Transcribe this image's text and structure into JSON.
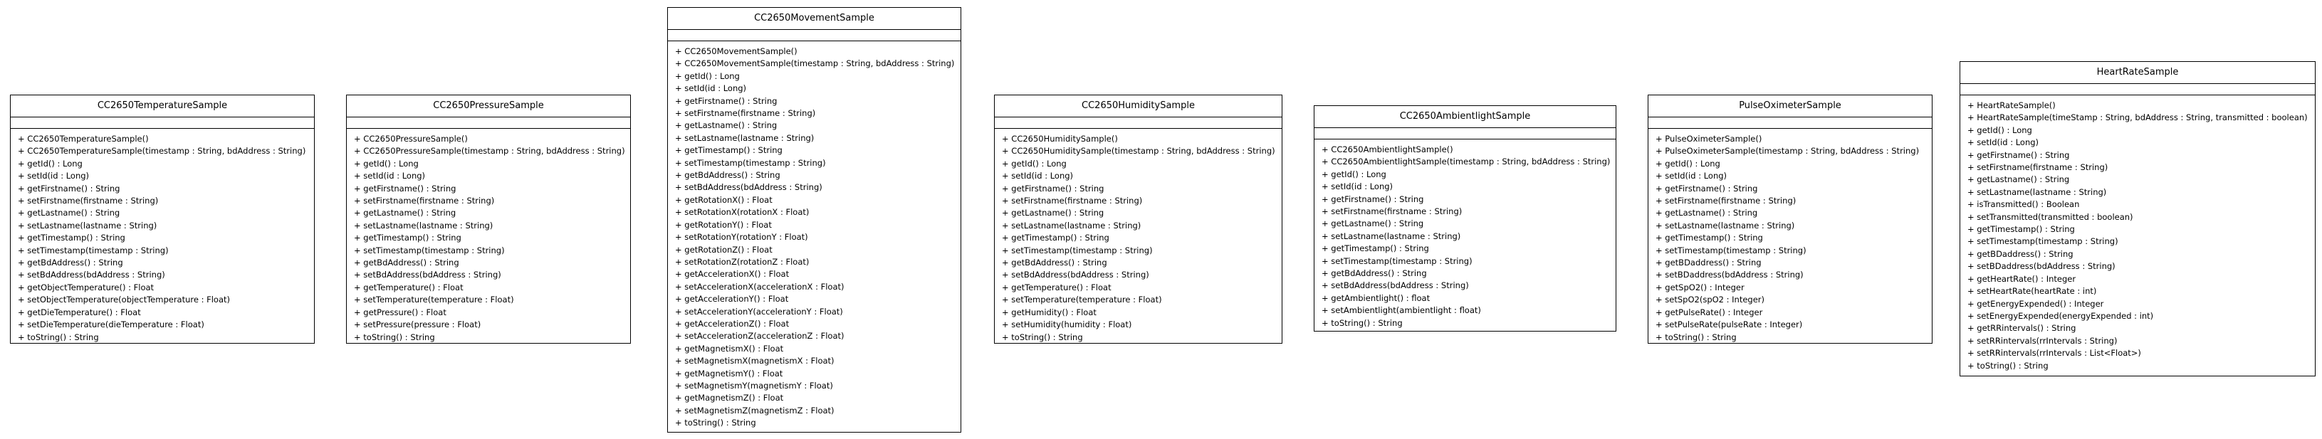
{
  "classes": [
    {
      "name": "CC2650TemperatureSample",
      "operations": [
        "+ CC2650TemperatureSample()",
        "+ CC2650TemperatureSample(timestamp : String, bdAddress : String)",
        "+ getId() : Long",
        "+ setId(id : Long)",
        "+ getFirstname() : String",
        "+ setFirstname(firstname : String)",
        "+ getLastname() : String",
        "+ setLastname(lastname : String)",
        "+ getTimestamp() : String",
        "+ setTimestamp(timestamp : String)",
        "+ getBdAddress() : String",
        "+ setBdAddress(bdAddress : String)",
        "+ getObjectTemperature() : Float",
        "+ setObjectTemperature(objectTemperature : Float)",
        "+ getDieTemperature() : Float",
        "+ setDieTemperature(dieTemperature : Float)",
        "+ toString() : String"
      ]
    },
    {
      "name": "CC2650PressureSample",
      "operations": [
        "+ CC2650PressureSample()",
        "+ CC2650PressureSample(timestamp : String, bdAddress : String)",
        "+ getId() : Long",
        "+ setId(id : Long)",
        "+ getFirstname() : String",
        "+ setFirstname(firstname : String)",
        "+ getLastname() : String",
        "+ setLastname(lastname : String)",
        "+ getTimestamp() : String",
        "+ setTimestamp(timestamp : String)",
        "+ getBdAddress() : String",
        "+ setBdAddress(bdAddress : String)",
        "+ getTemperature() : Float",
        "+ setTemperature(temperature : Float)",
        "+ getPressure() : Float",
        "+ setPressure(pressure : Float)",
        "+ toString() : String"
      ]
    },
    {
      "name": "CC2650MovementSample",
      "operations": [
        "+ CC2650MovementSample()",
        "+ CC2650MovementSample(timestamp : String, bdAddress : String)",
        "+ getId() : Long",
        "+ setId(id : Long)",
        "+ getFirstname() : String",
        "+ setFirstname(firstname : String)",
        "+ getLastname() : String",
        "+ setLastname(lastname : String)",
        "+ getTimestamp() : String",
        "+ setTimestamp(timestamp : String)",
        "+ getBdAddress() : String",
        "+ setBdAddress(bdAddress : String)",
        "+ getRotationX() : Float",
        "+ setRotationX(rotationX : Float)",
        "+ getRotationY() : Float",
        "+ setRotationY(rotationY : Float)",
        "+ getRotationZ() : Float",
        "+ setRotationZ(rotationZ : Float)",
        "+ getAccelerationX() : Float",
        "+ setAccelerationX(accelerationX : Float)",
        "+ getAccelerationY() : Float",
        "+ setAccelerationY(accelerationY : Float)",
        "+ getAccelerationZ() : Float",
        "+ setAccelerationZ(accelerationZ : Float)",
        "+ getMagnetismX() : Float",
        "+ setMagnetismX(magnetismX : Float)",
        "+ getMagnetismY() : Float",
        "+ setMagnetismY(magnetismY : Float)",
        "+ getMagnetismZ() : Float",
        "+ setMagnetismZ(magnetismZ : Float)",
        "+ toString() : String"
      ]
    },
    {
      "name": "CC2650HumiditySample",
      "operations": [
        "+ CC2650HumiditySample()",
        "+ CC2650HumiditySample(timestamp : String, bdAddress : String)",
        "+ getId() : Long",
        "+ setId(id : Long)",
        "+ getFirstname() : String",
        "+ setFirstname(firstname : String)",
        "+ getLastname() : String",
        "+ setLastname(lastname : String)",
        "+ getTimestamp() : String",
        "+ setTimestamp(timestamp : String)",
        "+ getBdAddress() : String",
        "+ setBdAddress(bdAddress : String)",
        "+ getTemperature() : Float",
        "+ setTemperature(temperature : Float)",
        "+ getHumidity() : Float",
        "+ setHumidity(humidity : Float)",
        "+ toString() : String"
      ]
    },
    {
      "name": "CC2650AmbientlightSample",
      "operations": [
        "+ CC2650AmbientlightSample()",
        "+ CC2650AmbientlightSample(timestamp : String, bdAddress : String)",
        "+ getId() : Long",
        "+ setId(id : Long)",
        "+ getFirstname() : String",
        "+ setFirstname(firstname : String)",
        "+ getLastname() : String",
        "+ setLastname(lastname : String)",
        "+ getTimestamp() : String",
        "+ setTimestamp(timestamp : String)",
        "+ getBdAddress() : String",
        "+ setBdAddress(bdAddress : String)",
        "+ getAmbientlight() : float",
        "+ setAmbientlight(ambientlight : float)",
        "+ toString() : String"
      ]
    },
    {
      "name": "PulseOximeterSample",
      "operations": [
        "+ PulseOximeterSample()",
        "+ PulseOximeterSample(timestamp : String, bdAddress : String)",
        "+ getId() : Long",
        "+ setId(id : Long)",
        "+ getFirstname() : String",
        "+ setFirstname(firstname : String)",
        "+ getLastname() : String",
        "+ setLastname(lastname : String)",
        "+ getTimestamp() : String",
        "+ setTimestamp(timestamp : String)",
        "+ getBDaddress() : String",
        "+ setBDaddress(bdAddress : String)",
        "+ getSpO2() : Integer",
        "+ setSpO2(spO2 : Integer)",
        "+ getPulseRate() : Integer",
        "+ setPulseRate(pulseRate : Integer)",
        "+ toString() : String"
      ]
    },
    {
      "name": "HeartRateSample",
      "operations": [
        "+ HeartRateSample()",
        "+ HeartRateSample(timeStamp : String, bdAddress : String, transmitted : boolean)",
        "+ getId() : Long",
        "+ setId(id : Long)",
        "+ getFirstname() : String",
        "+ setFirstname(firstname : String)",
        "+ getLastname() : String",
        "+ setLastname(lastname : String)",
        "+ isTransmitted() : Boolean",
        "+ setTransmitted(transmitted : boolean)",
        "+ getTimestamp() : String",
        "+ setTimestamp(timestamp : String)",
        "+ getBDaddress() : String",
        "+ setBDaddress(bdAddress : String)",
        "+ getHeartRate() : Integer",
        "+ setHeartRate(heartRate : int)",
        "+ getEnergyExpended() : Integer",
        "+ setEnergyExpended(energyExpended : int)",
        "+ getRRintervals() : String",
        "+ setRRintervals(rrIntervals : String)",
        "+ setRRintervals(rrIntervals : List<Float>)",
        "+ toString() : String"
      ]
    }
  ]
}
